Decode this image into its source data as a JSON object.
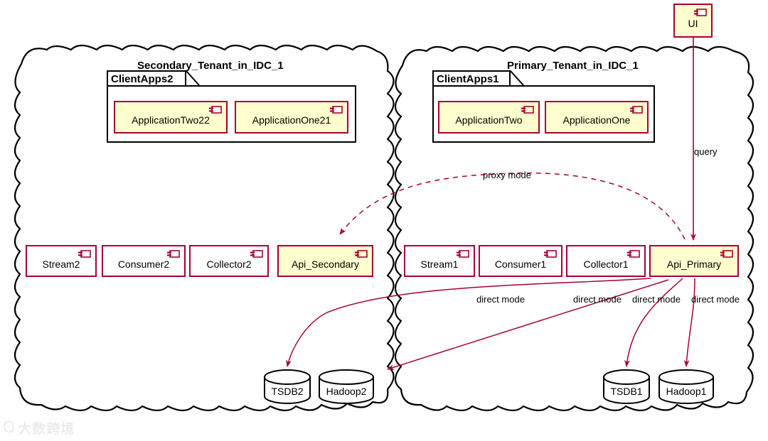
{
  "diagram": {
    "type": "uml-deployment-diagram",
    "colors": {
      "node_border": "#A80036",
      "node_fill_plain": "#FFFFFF",
      "node_fill_highlight": "#FEFECE",
      "arrow": "#A80036",
      "cloud_border": "#000000",
      "frame_border": "#000000",
      "db_border": "#000000"
    }
  },
  "external": {
    "ui": {
      "label": "UI",
      "icon": "component-icon"
    }
  },
  "clouds": [
    {
      "id": "secondary",
      "title": "Secondary_Tenant_in_IDC_1",
      "frame": {
        "label": "ClientApps2",
        "apps": [
          {
            "label": "ApplicationTwo22",
            "icon": "component-icon"
          },
          {
            "label": "ApplicationOne21",
            "icon": "component-icon"
          }
        ]
      },
      "components": [
        {
          "label": "Stream2",
          "icon": "component-icon",
          "highlight": false
        },
        {
          "label": "Consumer2",
          "icon": "component-icon",
          "highlight": false
        },
        {
          "label": "Collector2",
          "icon": "component-icon",
          "highlight": false
        },
        {
          "label": "Api_Secondary",
          "icon": "component-icon",
          "highlight": true
        }
      ],
      "databases": [
        {
          "label": "TSDB2"
        },
        {
          "label": "Hadoop2"
        }
      ]
    },
    {
      "id": "primary",
      "title": "Primary_Tenant_in_IDC_1",
      "frame": {
        "label": "ClientApps1",
        "apps": [
          {
            "label": "ApplicationTwo",
            "icon": "component-icon"
          },
          {
            "label": "ApplicationOne",
            "icon": "component-icon"
          }
        ]
      },
      "components": [
        {
          "label": "Stream1",
          "icon": "component-icon",
          "highlight": false
        },
        {
          "label": "Consumer1",
          "icon": "component-icon",
          "highlight": false
        },
        {
          "label": "Collector1",
          "icon": "component-icon",
          "highlight": false
        },
        {
          "label": "Api_Primary",
          "icon": "component-icon",
          "highlight": true
        }
      ],
      "databases": [
        {
          "label": "TSDB1"
        },
        {
          "label": "Hadoop1"
        }
      ]
    }
  ],
  "edges": [
    {
      "id": "ui-query",
      "label": "query",
      "style": "solid",
      "from": "UI",
      "to": "Api_Primary"
    },
    {
      "id": "proxy",
      "label": "proxy mode",
      "style": "dashed",
      "from": "Api_Primary",
      "to": "Api_Secondary"
    },
    {
      "id": "direct-tsdb2",
      "label": "direct mode",
      "style": "solid",
      "from": "Api_Primary",
      "to": "TSDB2"
    },
    {
      "id": "direct-hadoop2",
      "label": "direct mode",
      "style": "solid",
      "from": "Api_Primary",
      "to": "Hadoop2"
    },
    {
      "id": "direct-tsdb1",
      "label": "direct mode",
      "style": "solid",
      "from": "Api_Primary",
      "to": "TSDB1"
    },
    {
      "id": "direct-hadoop1",
      "label": "direct mode",
      "style": "solid",
      "from": "Api_Primary",
      "to": "Hadoop1"
    }
  ],
  "watermark": {
    "logo": "ʘ",
    "text": "大数跨境"
  }
}
